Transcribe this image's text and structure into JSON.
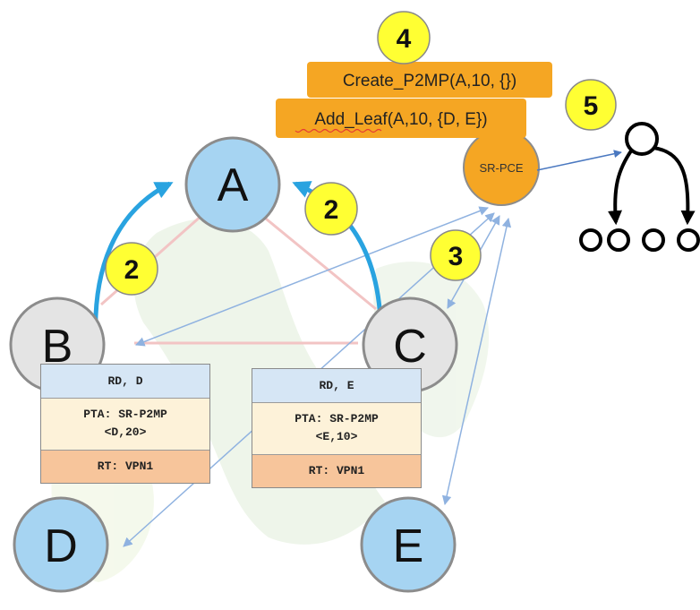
{
  "nodes": {
    "a": {
      "label": "A"
    },
    "b": {
      "label": "B"
    },
    "c": {
      "label": "C"
    },
    "d": {
      "label": "D"
    },
    "e": {
      "label": "E"
    }
  },
  "pce": {
    "label": "SR-PCE"
  },
  "commands": {
    "create": "Create_P2MP(A,10, {})",
    "add_leaf": "Add_Leaf(A,10, {D, E})"
  },
  "badges": {
    "step2_left": "2",
    "step2_right": "2",
    "step3": "3",
    "step4": "4",
    "step5": "5"
  },
  "box_b": {
    "rd": "RD, D",
    "pta_line1": "PTA: SR-P2MP",
    "pta_line2": "<D,20>",
    "rt": "RT: VPN1"
  },
  "box_c": {
    "rd": "RD, E",
    "pta_line1": "PTA: SR-P2MP",
    "pta_line2": "<E,10>",
    "rt": "RT: VPN1"
  },
  "colors": {
    "node_blue": "#a6d4f2",
    "node_grey": "#e4e4e4",
    "badge_yellow": "#ffff33",
    "command_orange": "#f5a623",
    "bidirectional_arrow": "#8fb2e0",
    "p2mp_arrow": "#29a3e0",
    "mesh_line": "#f2c4c4"
  }
}
